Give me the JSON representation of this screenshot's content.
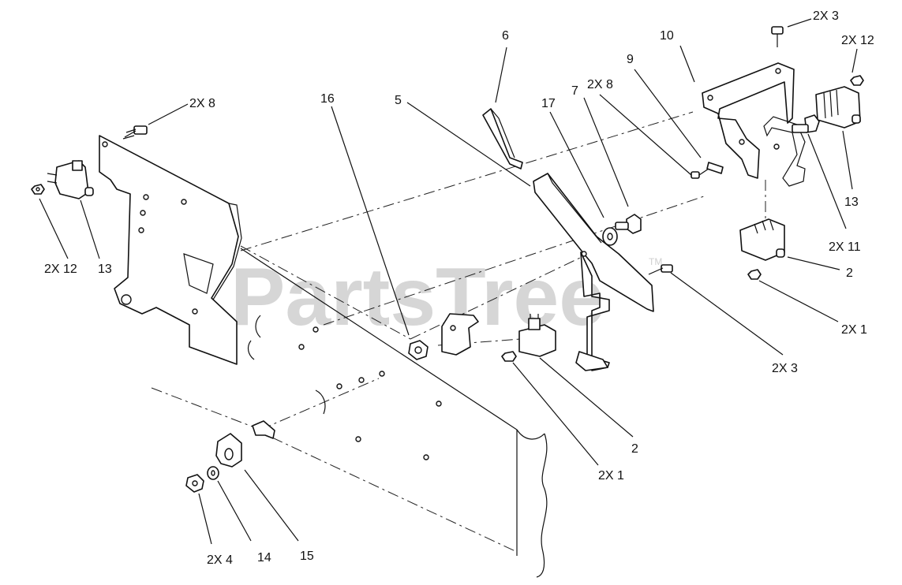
{
  "watermark": {
    "text": "PartsTree",
    "trademark": "TM"
  },
  "callouts": [
    {
      "id": "c-2x3-top",
      "text": "2X 3"
    },
    {
      "id": "c-10",
      "text": "10"
    },
    {
      "id": "c-2x12-right",
      "text": "2X 12"
    },
    {
      "id": "c-6",
      "text": "6"
    },
    {
      "id": "c-9",
      "text": "9"
    },
    {
      "id": "c-2x8-mid",
      "text": "2X 8"
    },
    {
      "id": "c-7",
      "text": "7"
    },
    {
      "id": "c-16",
      "text": "16"
    },
    {
      "id": "c-5",
      "text": "5"
    },
    {
      "id": "c-17",
      "text": "17"
    },
    {
      "id": "c-2x8-left",
      "text": "2X 8"
    },
    {
      "id": "c-13-right",
      "text": "13"
    },
    {
      "id": "c-2x11",
      "text": "2X 11"
    },
    {
      "id": "c-2-right",
      "text": "2"
    },
    {
      "id": "c-2x12-left",
      "text": "2X 12"
    },
    {
      "id": "c-13-left",
      "text": "13"
    },
    {
      "id": "c-2x1-right",
      "text": "2X 1"
    },
    {
      "id": "c-2x3-right",
      "text": "2X 3"
    },
    {
      "id": "c-2-mid",
      "text": "2"
    },
    {
      "id": "c-2x1-mid",
      "text": "2X 1"
    },
    {
      "id": "c-2x4",
      "text": "2X 4"
    },
    {
      "id": "c-14",
      "text": "14"
    },
    {
      "id": "c-15",
      "text": "15"
    }
  ]
}
